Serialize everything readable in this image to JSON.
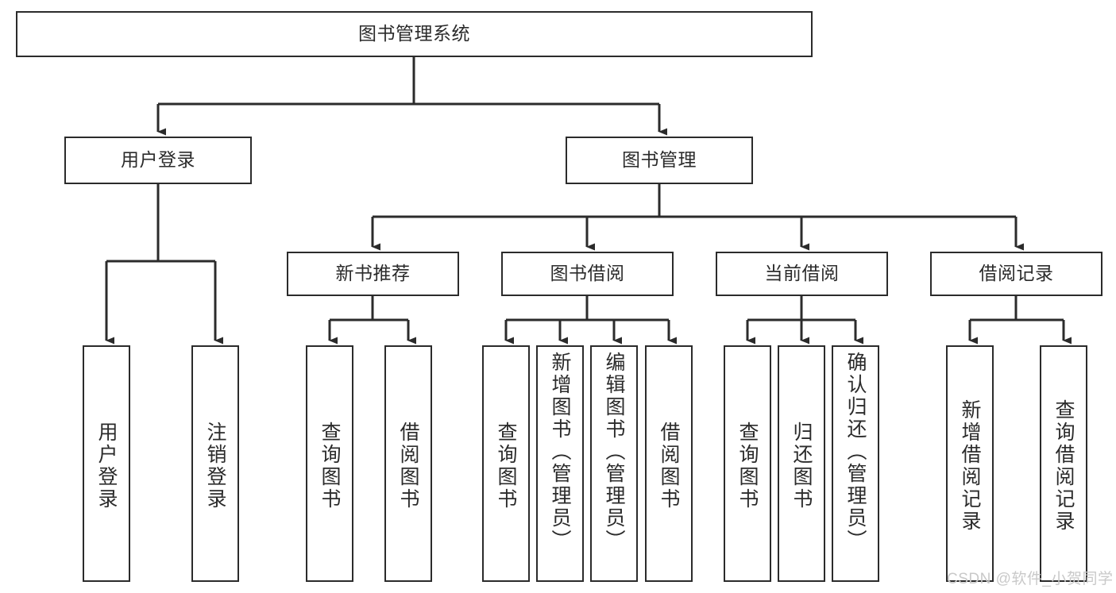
{
  "diagram": {
    "type": "tree-hierarchy-diagram",
    "title": "图书管理系统",
    "orientation": "top-down",
    "accent_color": "#2b2b2b",
    "background_color": "#ffffff",
    "nodes": {
      "root": {
        "id": "root",
        "label": "图书管理系统",
        "level": 0,
        "text_direction": "horizontal"
      },
      "level2": [
        {
          "id": "user-login",
          "label": "用户登录",
          "level": 1,
          "text_direction": "horizontal"
        },
        {
          "id": "book-manage",
          "label": "图书管理",
          "level": 1,
          "text_direction": "horizontal"
        }
      ],
      "level3": [
        {
          "id": "new-book-recommend",
          "label": "新书推荐",
          "level": 2,
          "text_direction": "horizontal",
          "parent": "book-manage"
        },
        {
          "id": "book-borrow",
          "label": "图书借阅",
          "level": 2,
          "text_direction": "horizontal",
          "parent": "book-manage"
        },
        {
          "id": "current-borrow",
          "label": "当前借阅",
          "level": 2,
          "text_direction": "horizontal",
          "parent": "book-manage"
        },
        {
          "id": "borrow-record",
          "label": "借阅记录",
          "level": 2,
          "text_direction": "horizontal",
          "parent": "book-manage"
        }
      ],
      "leaves": [
        {
          "id": "leaf-user-login",
          "label": "用户登录",
          "parent": "user-login",
          "text_direction": "vertical"
        },
        {
          "id": "leaf-logout-login",
          "label": "注销登录",
          "parent": "user-login",
          "text_direction": "vertical"
        },
        {
          "id": "leaf-query-book-1",
          "label": "查询图书",
          "parent": "new-book-recommend",
          "text_direction": "vertical"
        },
        {
          "id": "leaf-borrow-book-1",
          "label": "借阅图书",
          "parent": "new-book-recommend",
          "text_direction": "vertical"
        },
        {
          "id": "leaf-query-book-2",
          "label": "查询图书",
          "parent": "book-borrow",
          "text_direction": "vertical"
        },
        {
          "id": "leaf-add-book",
          "label": "新增图书（管理员）",
          "parent": "book-borrow",
          "text_direction": "vertical"
        },
        {
          "id": "leaf-edit-book",
          "label": "编辑图书（管理员）",
          "parent": "book-borrow",
          "text_direction": "vertical"
        },
        {
          "id": "leaf-borrow-book-2",
          "label": "借阅图书",
          "parent": "book-borrow",
          "text_direction": "vertical"
        },
        {
          "id": "leaf-query-book-3",
          "label": "查询图书",
          "parent": "current-borrow",
          "text_direction": "vertical"
        },
        {
          "id": "leaf-return-book",
          "label": "归还图书",
          "parent": "current-borrow",
          "text_direction": "vertical"
        },
        {
          "id": "leaf-confirm-return",
          "label": "确认归还（管理员）",
          "parent": "current-borrow",
          "text_direction": "vertical"
        },
        {
          "id": "leaf-add-borrow-record",
          "label": "新增借阅记录",
          "parent": "borrow-record",
          "text_direction": "vertical"
        },
        {
          "id": "leaf-query-borrow-record",
          "label": "查询借阅记录",
          "parent": "borrow-record",
          "text_direction": "vertical"
        }
      ]
    }
  },
  "watermark": {
    "text": "CSDN @软件_小贺同学"
  }
}
